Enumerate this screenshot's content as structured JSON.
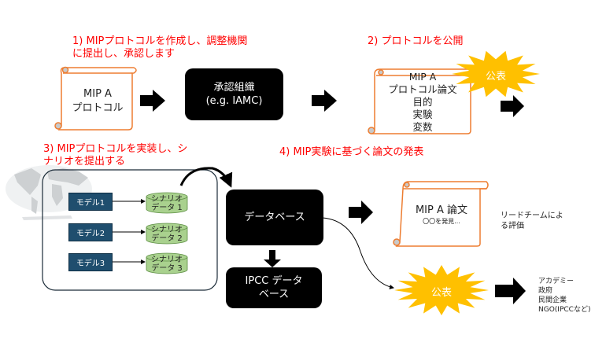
{
  "steps": {
    "step1": [
      "1) MIPプロトコルを作成し、調整機関",
      "に提出し、承認します"
    ],
    "step2": "2) プロトコルを公開",
    "step3": [
      "3) MIPプロトコルを実装し、シ",
      "ナリオを提出する"
    ],
    "step4": "4) MIP実験に基づく論文の発表"
  },
  "protocol_scroll": [
    "MIP A",
    "プロトコル"
  ],
  "approval_body": [
    "承認組織",
    "(e.g. IAMC)"
  ],
  "protocol_paper_scroll": [
    "MIP A",
    "プロトコル論文",
    "目的",
    "実験",
    "変数"
  ],
  "publish_label_1": "公表",
  "models": [
    {
      "label": "モデル1",
      "scenario": [
        "シナリオ",
        "データ 1"
      ]
    },
    {
      "label": "モデル2",
      "scenario": [
        "シナリオ",
        "データ 2"
      ]
    },
    {
      "label": "モデル3",
      "scenario": [
        "シナリオ",
        "データ 3"
      ]
    }
  ],
  "database": "データベース",
  "ipcc_database": [
    "IPCC データ",
    "ベース"
  ],
  "paper_scroll": [
    "MIP A 論文",
    "〇〇を発見..."
  ],
  "lead_team": [
    "リードチームによ",
    "る評価"
  ],
  "publish_label_2": "公表",
  "audience": [
    "アカデミー",
    "政府",
    "民間企業",
    "NGO(IPCCなど)"
  ],
  "colors": {
    "step_text": "#ff0000",
    "scroll_border": "#ed7d31",
    "burst": "#ffc000",
    "model_box": "#1f4e6e",
    "cylinder": "#a9d18e"
  }
}
